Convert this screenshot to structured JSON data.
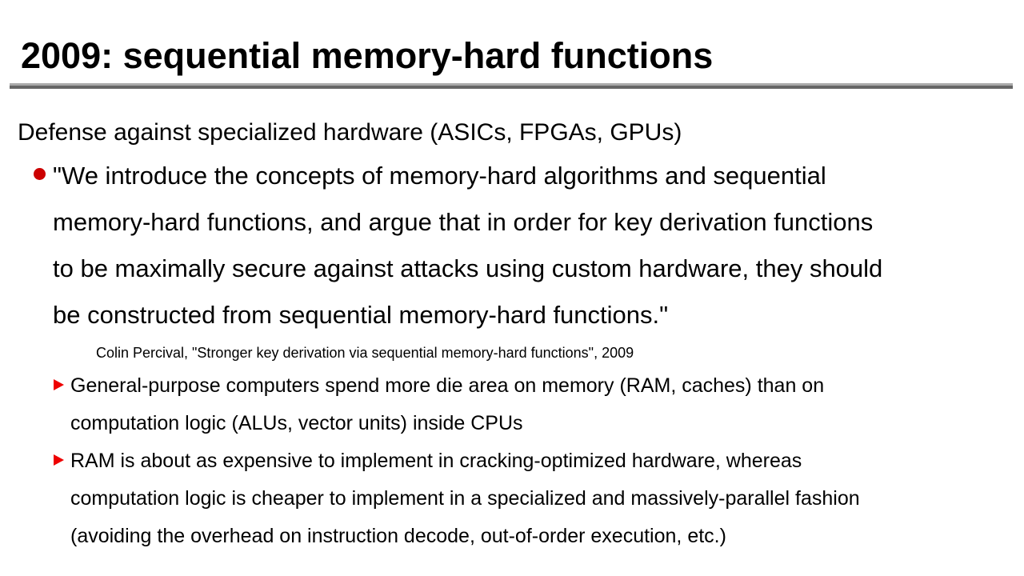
{
  "title": "2009: sequential memory-hard functions",
  "heading": "Defense against specialized hardware (ASICs, FPGAs, GPUs)",
  "quote": {
    "lines": [
      "\"We introduce the concepts of memory-hard algorithms and sequential",
      "memory-hard functions, and argue that in order for key derivation functions",
      "to be maximally secure against attacks using custom hardware, they should",
      "be constructed from sequential memory-hard functions.\""
    ],
    "citation": "Colin Percival, \"Stronger key derivation via sequential memory-hard functions\", 2009"
  },
  "subbullets": [
    {
      "lines": [
        "General-purpose computers spend more die area on memory (RAM, caches) than on",
        "computation logic (ALUs, vector units) inside CPUs"
      ]
    },
    {
      "lines": [
        "RAM is about as expensive to implement in cracking-optimized hardware, whereas",
        "computation logic is cheaper to implement in a specialized and massively-parallel fashion",
        "(avoiding the overhead on instruction decode, out-of-order execution, etc.)"
      ]
    }
  ],
  "colors": {
    "bullet_dot": "#cc0000",
    "bullet_triangle": "#ee0000",
    "rule_light": "#aaaaaa",
    "rule_dark": "#666666"
  }
}
